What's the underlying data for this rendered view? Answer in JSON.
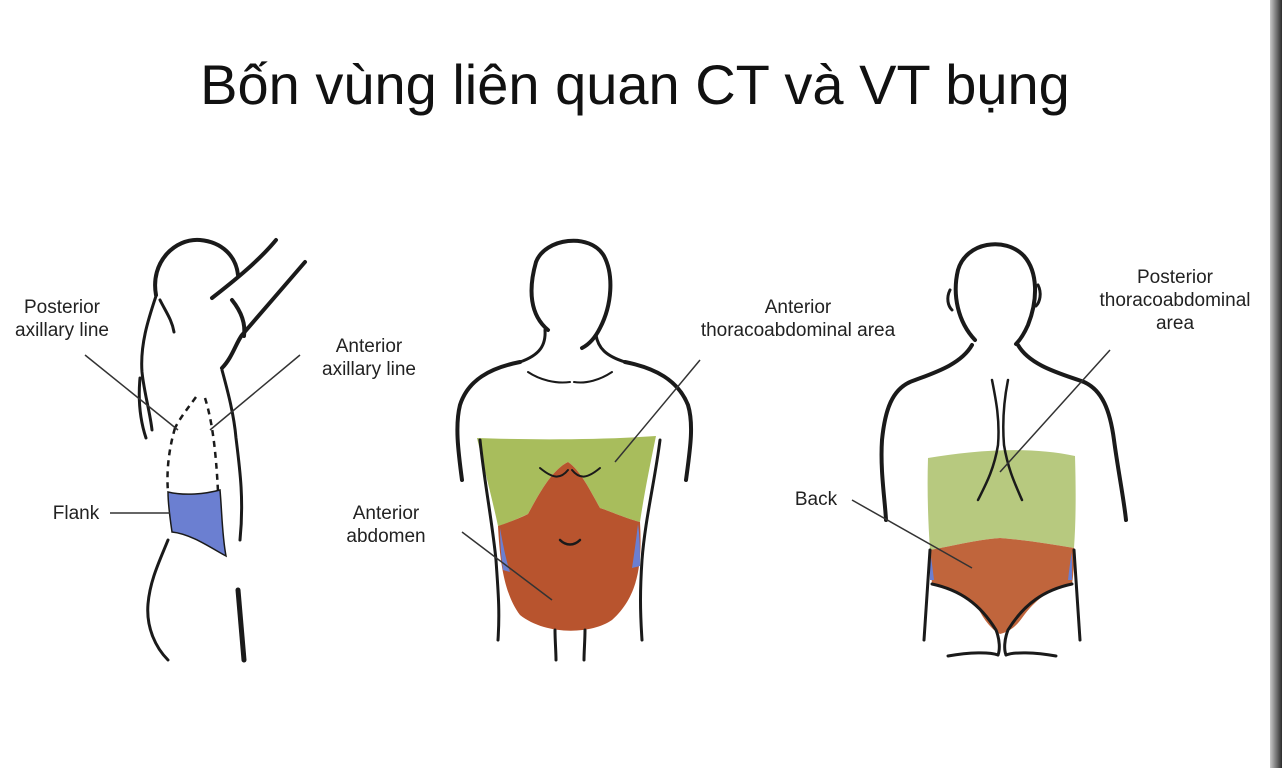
{
  "title": "Bốn vùng liên quan CT và VT bụng",
  "labels": {
    "posterior_axillary_line": [
      "Posterior",
      "axillary line"
    ],
    "anterior_axillary_line": [
      "Anterior",
      "axillary line"
    ],
    "flank": "Flank",
    "anterior_thoracoabdominal_area": [
      "Anterior",
      "thoracoabdominal area"
    ],
    "anterior_abdomen": [
      "Anterior",
      "abdomen"
    ],
    "posterior_thoracoabdominal_area": [
      "Posterior",
      "thoracoabdominal",
      "area"
    ],
    "back": "Back"
  },
  "colors": {
    "flank_region": "#6b7fd1",
    "thoracoabdominal_region": "#a8bd5c",
    "posterior_thoracoabdominal_region": "#b7c97f",
    "abdomen_region": "#b8542e",
    "back_region": "#c0653c",
    "outline": "#1a1a1a"
  },
  "icons": [
    "side-figure",
    "front-figure",
    "back-figure"
  ]
}
